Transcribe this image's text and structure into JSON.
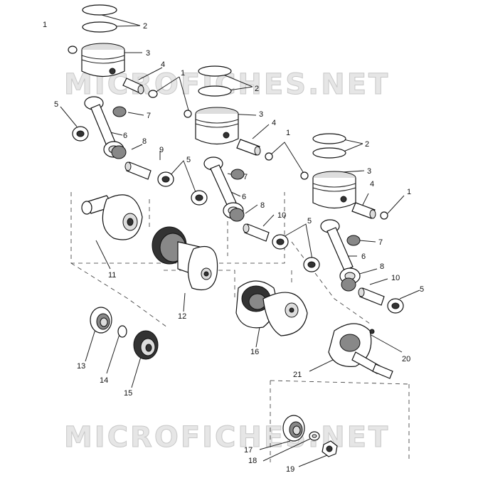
{
  "watermark": {
    "text": "MICROFICHES.NET",
    "color": "#cfcfcf"
  },
  "callouts": {
    "c1": "1",
    "c2": "2",
    "c3": "3",
    "c4": "4",
    "c5": "5",
    "c6": "6",
    "c7": "7",
    "c8": "8",
    "c9": "9",
    "c10": "10",
    "c11": "11",
    "c12": "12",
    "c13": "13",
    "c14": "14",
    "c15": "15",
    "c16": "16",
    "c17": "17",
    "c18": "18",
    "c19": "19",
    "c20": "20",
    "c21": "21"
  }
}
